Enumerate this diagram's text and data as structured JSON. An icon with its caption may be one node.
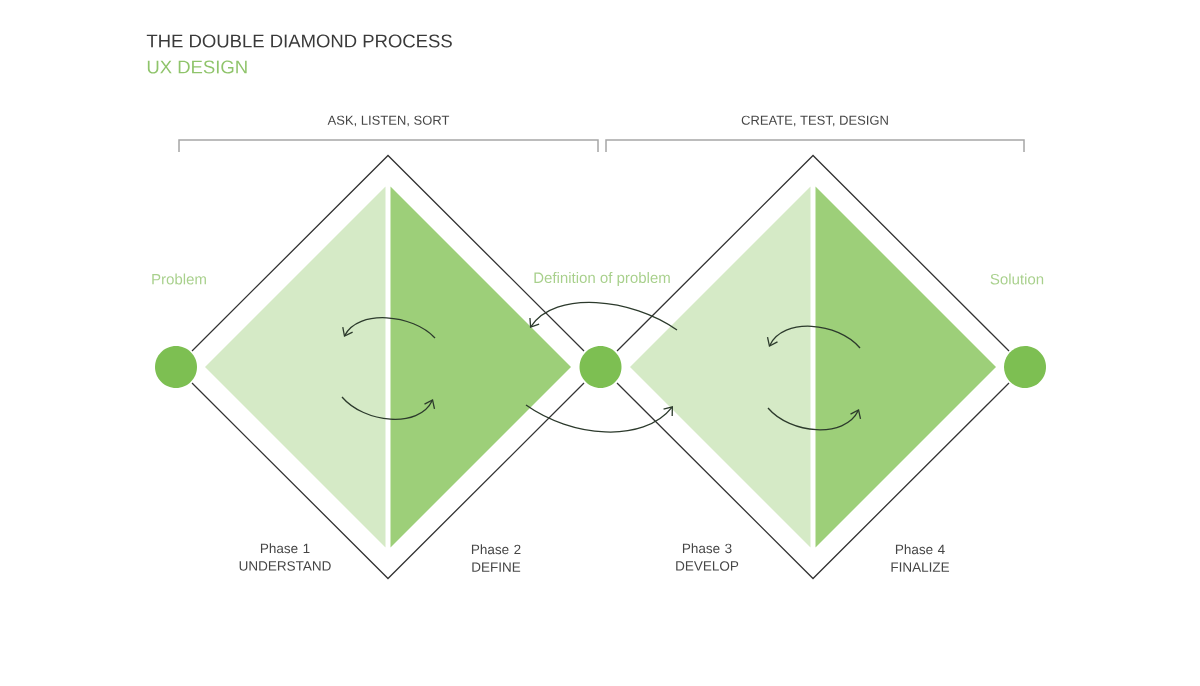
{
  "diagram": {
    "title": "THE DOUBLE DIAMOND PROCESS",
    "nodes": [
      {
        "text": [],
        "shape": "circle"
      },
      {
        "text": [],
        "shape": "diamond"
      },
      {
        "text": [],
        "shape": "triangle",
        "in": 1,
        "beside": [
          "Phase 1 UNDERSTAND"
        ]
      },
      {
        "text": [],
        "shape": "triangle",
        "in": 1,
        "beside": [
          "Phase 2 DEFINE"
        ]
      },
      {
        "text": [],
        "shape": "circle"
      },
      {
        "text": [],
        "shape": "diamond"
      },
      {
        "text": [],
        "shape": "triangle",
        "in": 5,
        "beside": [
          "Phase 3 DEVELOP"
        ]
      },
      {
        "text": [],
        "shape": "triangle",
        "in": 5,
        "beside": [
          "Phase 4 FINALIZE"
        ]
      },
      {
        "text": [],
        "shape": "circle"
      }
    ],
    "edges": [
      {
        "from": 3,
        "to": 2,
        "arrow": "to"
      },
      {
        "from": 2,
        "to": 3,
        "arrow": "to"
      },
      {
        "from": 6,
        "to": 3,
        "arrow": "to"
      },
      {
        "from": 3,
        "to": 6,
        "arrow": "to"
      },
      {
        "from": 7,
        "to": 6,
        "arrow": "to"
      },
      {
        "from": 6,
        "to": 7,
        "arrow": "to"
      }
    ],
    "labels": [
      "UX DESIGN",
      "ASK, LISTEN, SORT",
      "CREATE, TEST, DESIGN",
      "Problem",
      "Definition of problem",
      "Solution"
    ]
  }
}
